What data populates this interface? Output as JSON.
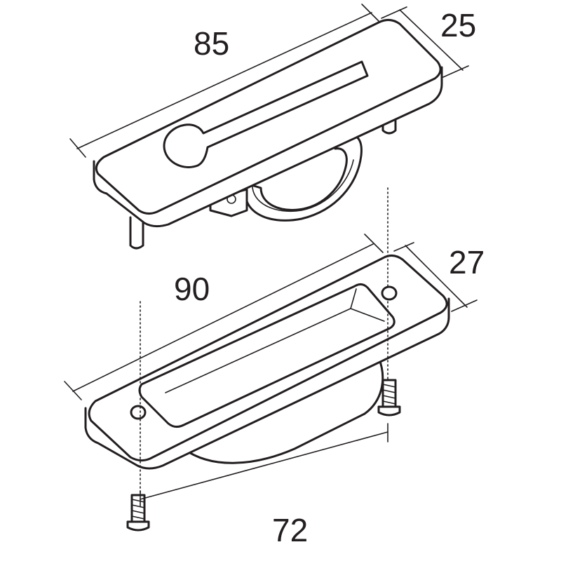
{
  "dimensions": {
    "top_length": "85",
    "top_width": "25",
    "bottom_length": "90",
    "bottom_width": "27",
    "screw_spacing": "72"
  },
  "colors": {
    "line": "#231f20",
    "background": "#ffffff"
  }
}
